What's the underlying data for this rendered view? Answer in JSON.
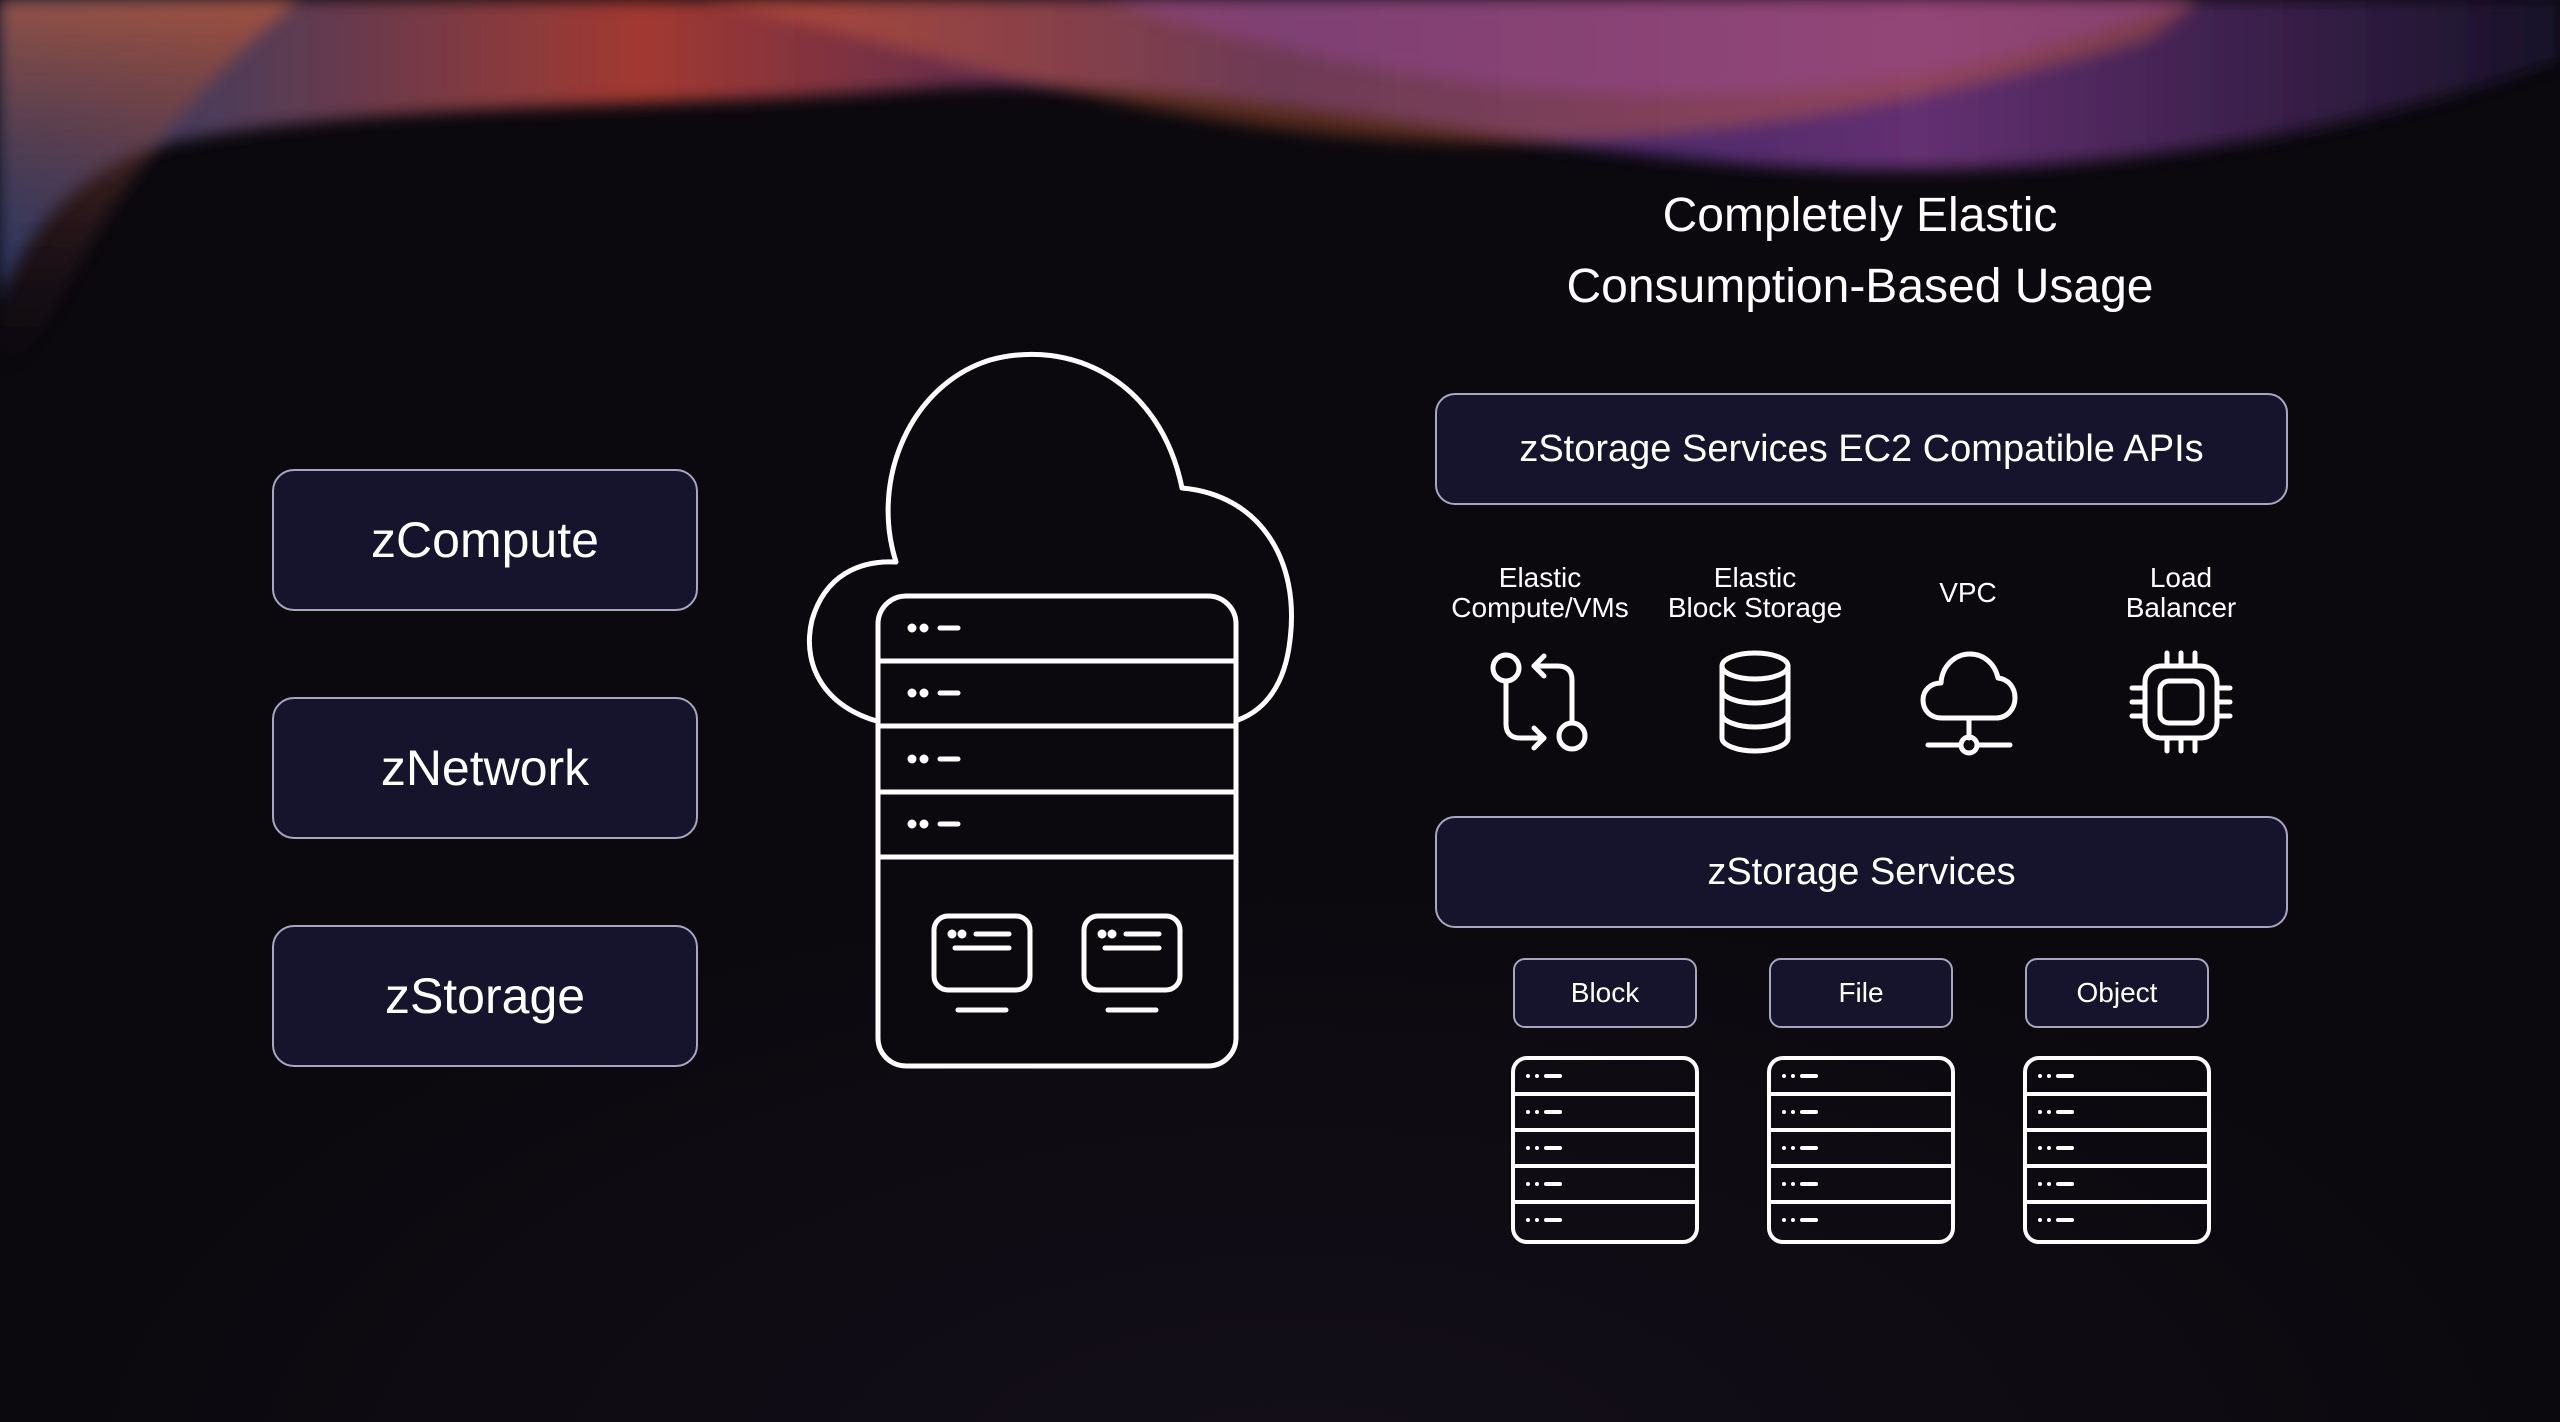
{
  "heading": {
    "line1": "Completely Elastic",
    "line2": "Consumption-Based Usage"
  },
  "left_services": [
    {
      "label": "zCompute"
    },
    {
      "label": "zNetwork"
    },
    {
      "label": "zStorage"
    }
  ],
  "api_bar": {
    "label": "zStorage Services EC2 Compatible APIs"
  },
  "api_services": [
    {
      "line1": "Elastic",
      "line2": "Compute/VMs",
      "icon": "git-compare-icon"
    },
    {
      "line1": "Elastic",
      "line2": "Block Storage",
      "icon": "database-icon"
    },
    {
      "line1": "VPC",
      "line2": "",
      "icon": "cloud-network-icon"
    },
    {
      "line1": "Load",
      "line2": "Balancer",
      "icon": "cpu-chip-icon"
    }
  ],
  "storage_bar": {
    "label": "zStorage Services"
  },
  "storage_types": [
    {
      "label": "Block"
    },
    {
      "label": "File"
    },
    {
      "label": "Object"
    }
  ],
  "colors": {
    "background": "#0b090e",
    "pill_fill": "#16142d",
    "pill_border": "#a8a6bf",
    "line_art": "#ffffff"
  }
}
